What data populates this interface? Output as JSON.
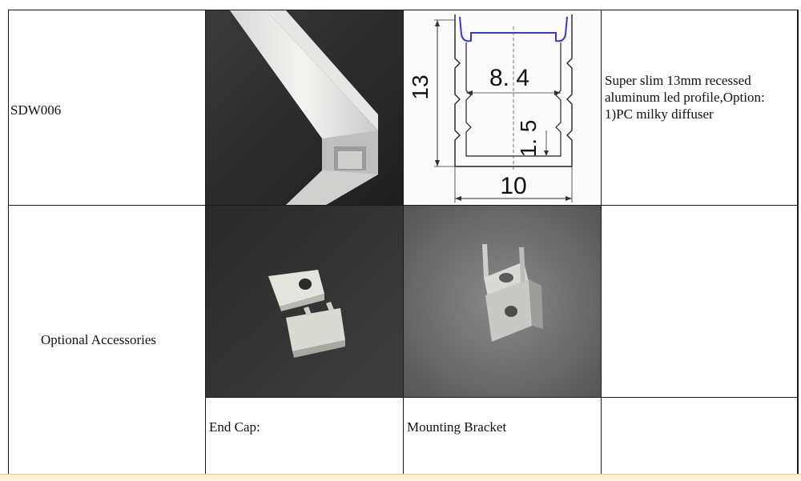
{
  "table": {
    "row1": {
      "model": "SDW006",
      "description": "Super slim 13mm recessed aluminum led profile,Option: 1)PC milky diffuser",
      "drawing": {
        "height_label": "13",
        "inner_width_label": "8. 4",
        "offset_label": "1. 5",
        "width_label": "10"
      }
    },
    "row2": {
      "label": "Optional Accessories",
      "captions": {
        "end_cap": "End Cap:",
        "bracket": "Mounting Bracket"
      }
    }
  },
  "colors": {
    "border": "#1a1a1a",
    "diffuser_outline": "#3b33d6",
    "bottom_strip": "#fff3dd"
  }
}
